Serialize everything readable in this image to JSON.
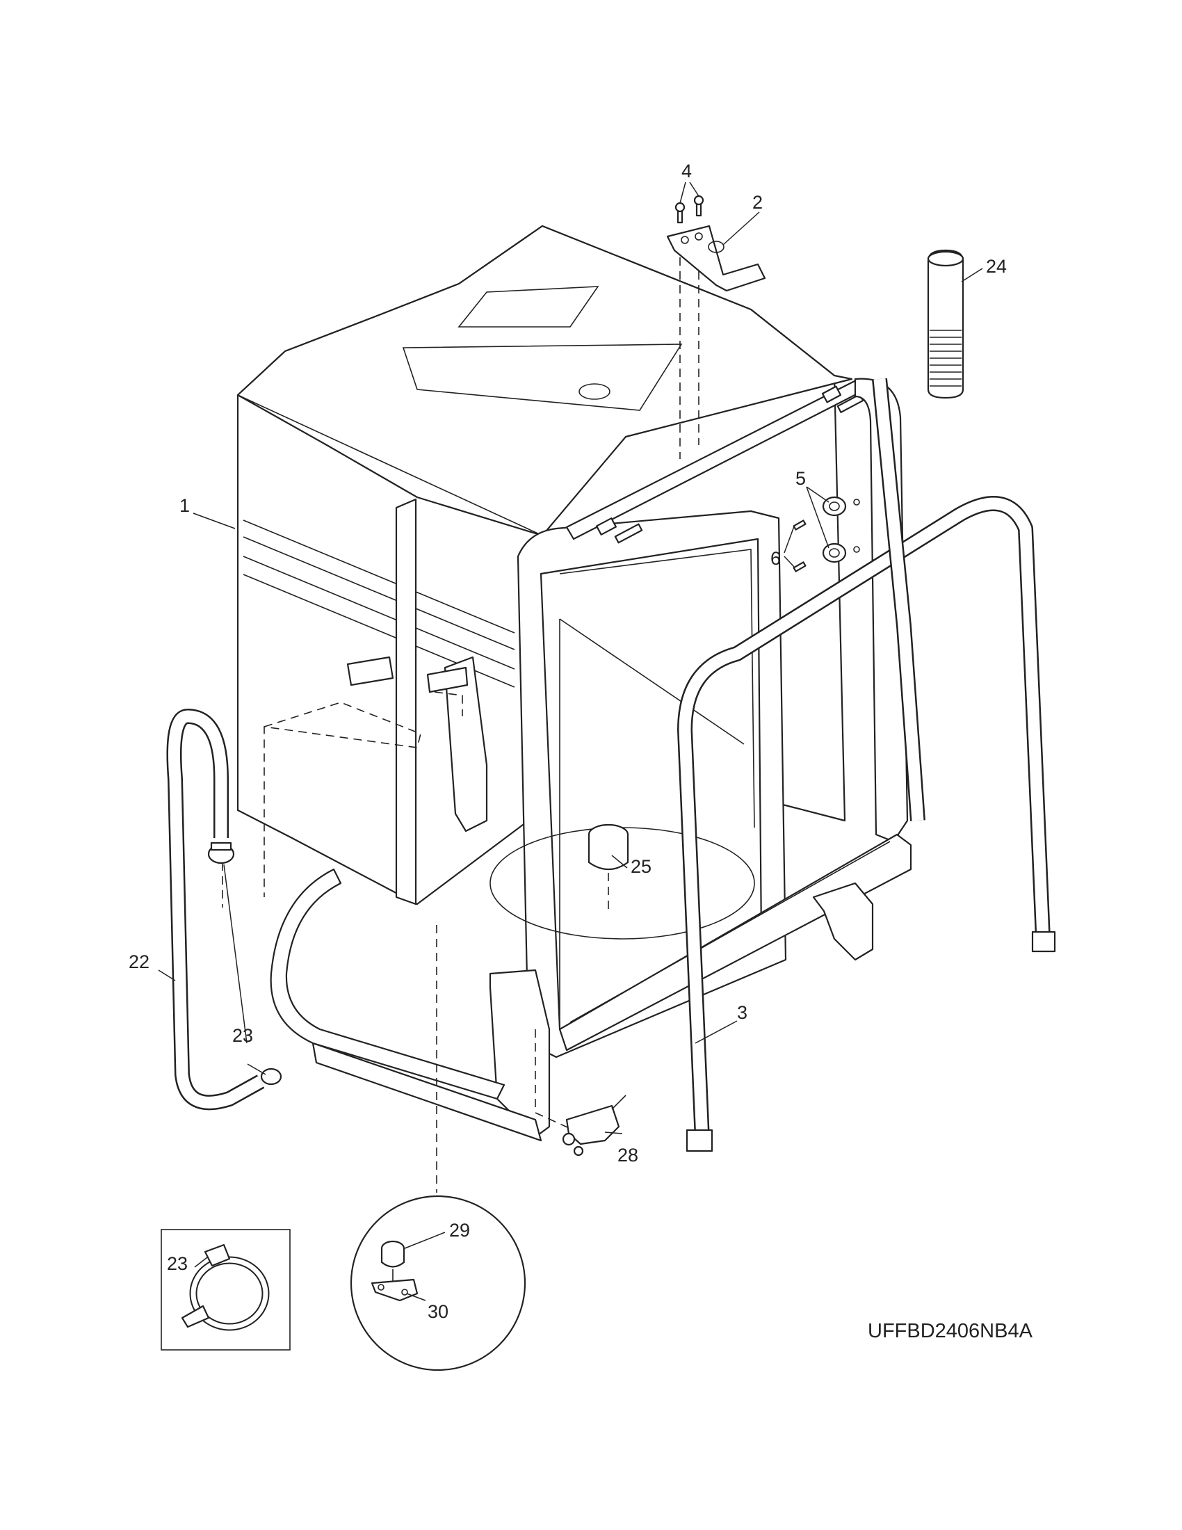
{
  "diagram": {
    "model_code": "UFFBD2406NB4A",
    "callouts": {
      "c1": "1",
      "c2": "2",
      "c3": "3",
      "c4": "4",
      "c5": "5",
      "c6": "6",
      "c22": "22",
      "c23a": "23",
      "c23b": "23",
      "c24": "24",
      "c25": "25",
      "c28": "28",
      "c29": "29",
      "c30": "30"
    }
  }
}
